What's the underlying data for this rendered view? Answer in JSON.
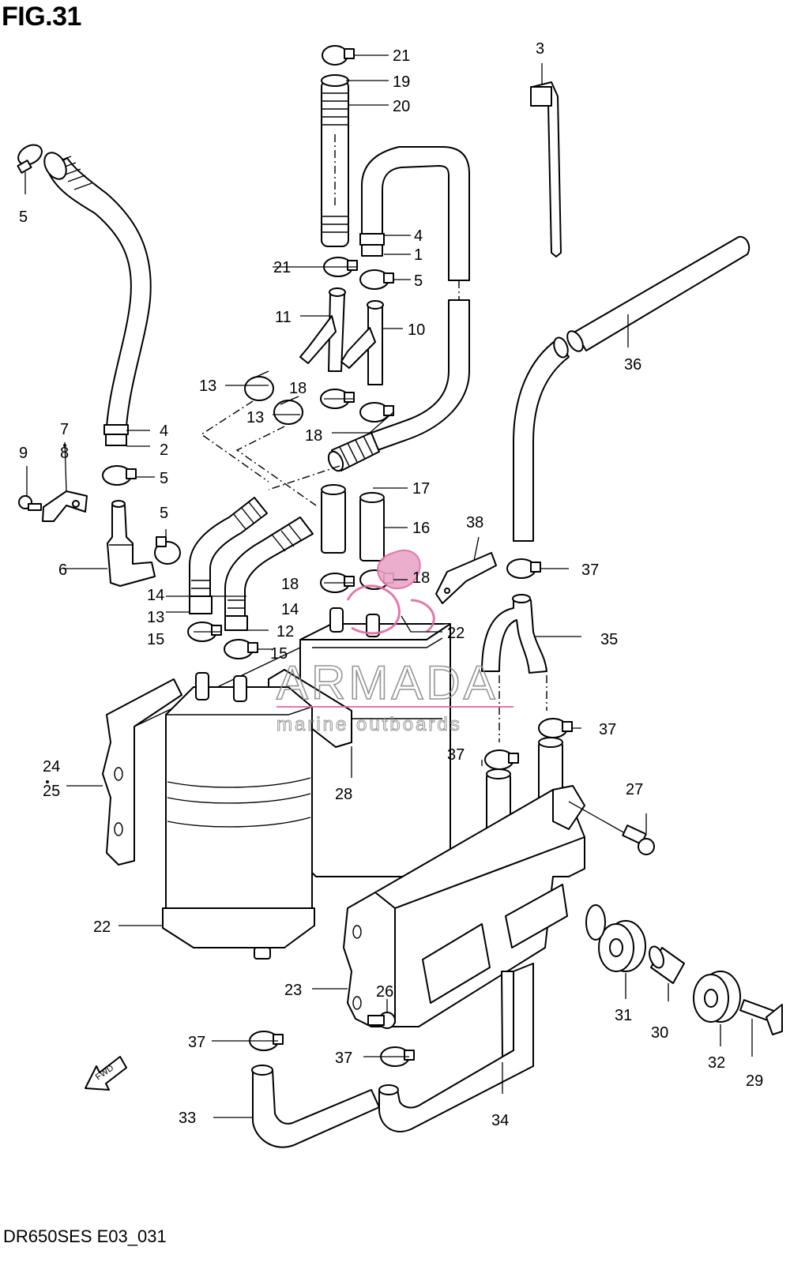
{
  "figure": {
    "title": "FIG.31",
    "code": "DR650SES E03_031"
  },
  "watermark": {
    "brand": "ARMADA",
    "tagline": "marine outboards",
    "accent_color": "#e06aa0"
  },
  "callouts": [
    {
      "n": "21"
    },
    {
      "n": "19"
    },
    {
      "n": "20"
    },
    {
      "n": "3"
    },
    {
      "n": "5"
    },
    {
      "n": "4"
    },
    {
      "n": "1"
    },
    {
      "n": "21"
    },
    {
      "n": "5"
    },
    {
      "n": "11"
    },
    {
      "n": "10"
    },
    {
      "n": "36"
    },
    {
      "n": "13"
    },
    {
      "n": "18"
    },
    {
      "n": "13"
    },
    {
      "n": "18"
    },
    {
      "n": "7"
    },
    {
      "n": "8"
    },
    {
      "n": "4"
    },
    {
      "n": "2"
    },
    {
      "n": "9"
    },
    {
      "n": "5"
    },
    {
      "n": "17"
    },
    {
      "n": "5"
    },
    {
      "n": "16"
    },
    {
      "n": "38"
    },
    {
      "n": "6"
    },
    {
      "n": "18"
    },
    {
      "n": "18"
    },
    {
      "n": "37"
    },
    {
      "n": "14"
    },
    {
      "n": "13"
    },
    {
      "n": "14"
    },
    {
      "n": "22"
    },
    {
      "n": "12"
    },
    {
      "n": "15"
    },
    {
      "n": "15"
    },
    {
      "n": "35"
    },
    {
      "n": "37"
    },
    {
      "n": "24"
    },
    {
      "n": "25"
    },
    {
      "n": "37"
    },
    {
      "n": "28"
    },
    {
      "n": "27"
    },
    {
      "n": "22"
    },
    {
      "n": "31"
    },
    {
      "n": "23"
    },
    {
      "n": "26"
    },
    {
      "n": "30"
    },
    {
      "n": "37"
    },
    {
      "n": "37"
    },
    {
      "n": "32"
    },
    {
      "n": "29"
    },
    {
      "n": "33"
    },
    {
      "n": "34"
    }
  ]
}
